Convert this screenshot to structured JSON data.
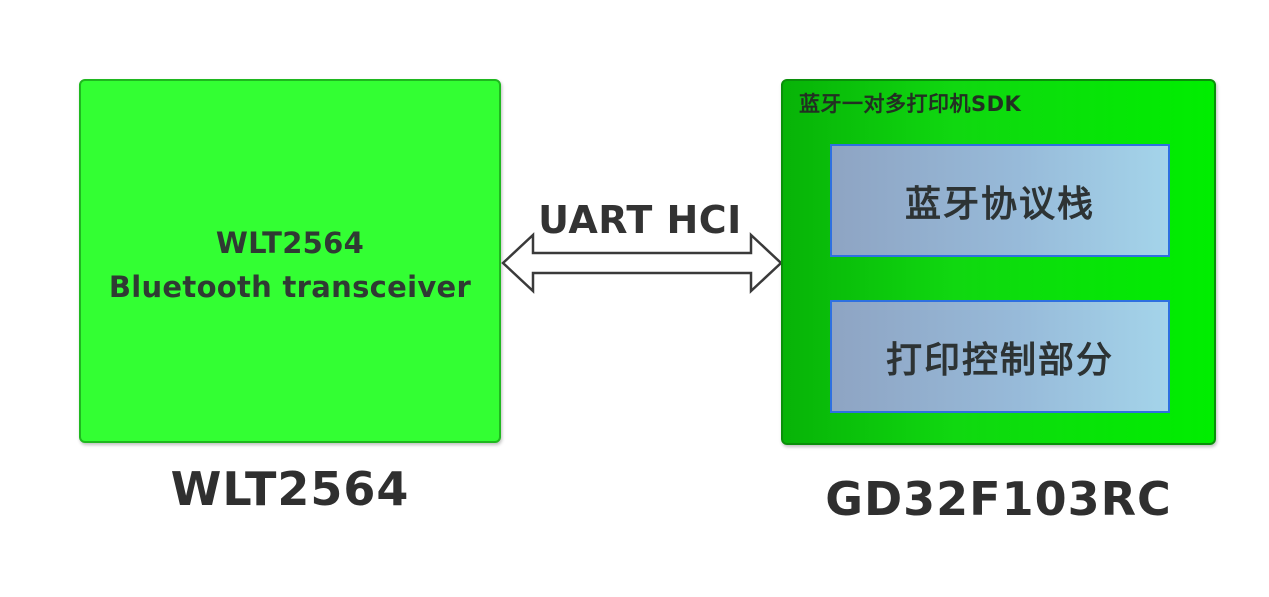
{
  "left_module": {
    "line1": "WLT2564",
    "line2": "Bluetooth transceiver",
    "caption": "WLT2564",
    "fill": "#33ff33"
  },
  "link": {
    "label": "UART HCI"
  },
  "right_module": {
    "title": "蓝牙一对多打印机SDK",
    "blocks": [
      {
        "label": "蓝牙协议栈"
      },
      {
        "label": "打印控制部分"
      }
    ],
    "caption": "GD32F103RC",
    "fill": "#00ee00"
  }
}
